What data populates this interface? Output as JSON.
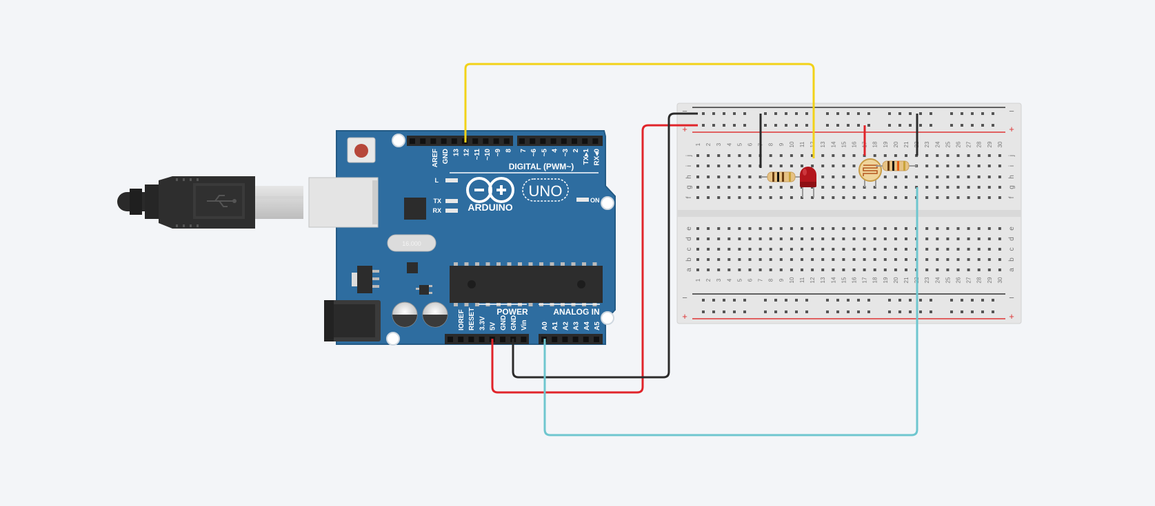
{
  "arduino": {
    "brand": "ARDUINO",
    "model": "UNO",
    "digital_header_label": "DIGITAL (PWM~)",
    "power_header_label": "POWER",
    "analog_header_label": "ANALOG IN",
    "digital_pins_left": [
      "AREF",
      "GND",
      "13",
      "12",
      "~11",
      "~10",
      "~9",
      "8"
    ],
    "digital_pins_right": [
      "7",
      "~6",
      "~5",
      "4",
      "~3",
      "2",
      "TX▸1",
      "RX◂0"
    ],
    "power_pins": [
      "IOREF",
      "RESET",
      "3.3V",
      "5V",
      "GND",
      "GND",
      "Vin"
    ],
    "analog_pins": [
      "A0",
      "A1",
      "A2",
      "A3",
      "A4",
      "A5"
    ],
    "led_labels": [
      "L",
      "TX",
      "RX"
    ],
    "on_label": "ON",
    "crystal_label": "16.000"
  },
  "breadboard": {
    "rail_minus": "−",
    "rail_plus": "+",
    "rows_top": [
      "j",
      "i",
      "h",
      "g",
      "f"
    ],
    "rows_bottom": [
      "e",
      "d",
      "c",
      "b",
      "a"
    ],
    "column_numbers": [
      "1",
      "2",
      "3",
      "4",
      "5",
      "6",
      "7",
      "8",
      "9",
      "10",
      "11",
      "12",
      "13",
      "14",
      "15",
      "16",
      "17",
      "18",
      "19",
      "20",
      "21",
      "22",
      "23",
      "24",
      "25",
      "26",
      "27",
      "28",
      "29",
      "30"
    ]
  },
  "wire_colors": {
    "yellow": "#f2d218",
    "red": "#e0242a",
    "black": "#2b2b2b",
    "cyan": "#6ec6cf"
  }
}
